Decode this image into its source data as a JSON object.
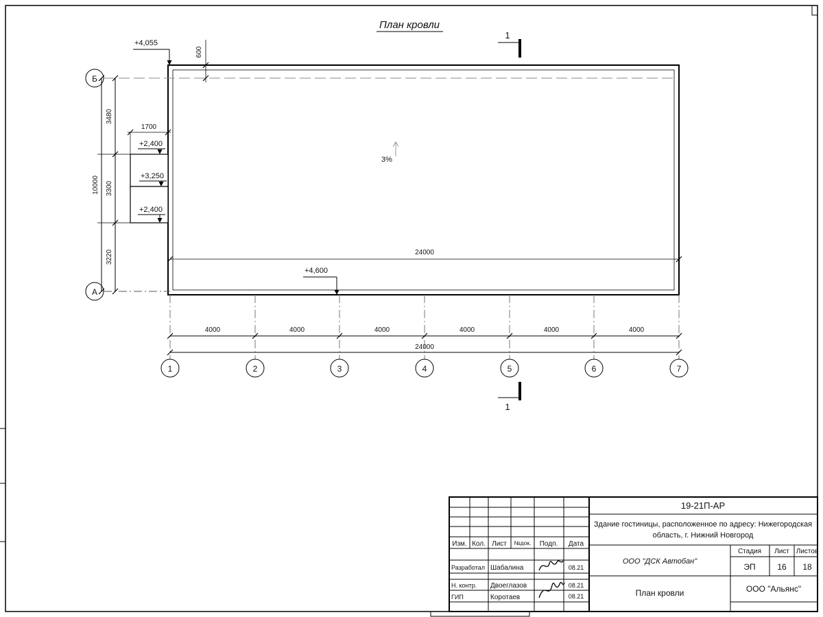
{
  "drawing": {
    "title": "План кровли",
    "slope": "3%",
    "section_label": "1",
    "axes": {
      "row_b": "Б",
      "row_a": "А",
      "columns": [
        "1",
        "2",
        "3",
        "4",
        "5",
        "6",
        "7"
      ]
    },
    "dims": {
      "spans": [
        "4000",
        "4000",
        "4000",
        "4000",
        "4000",
        "4000"
      ],
      "total": "24000",
      "inner_total": "24000",
      "left": [
        "3480",
        "3300",
        "3220"
      ],
      "left_total": "10000",
      "parapet": "600",
      "canopy": "1700"
    },
    "elevations": {
      "roof_low": "+4,055",
      "canopy_a": "+2,400",
      "canopy_b": "+3,250",
      "canopy_c": "+2,400",
      "roof_high": "+4,600"
    }
  },
  "title_block": {
    "doc_number": "19-21П-АР",
    "description_line1": "Здание гостиницы, расположенное по адресу: Нижегородская",
    "description_line2": "область, г. Нижний Новгород",
    "head": {
      "izm": "Изм.",
      "kol": "Кол.",
      "list": "Лист",
      "ndoc": "№док.",
      "podp": "Подп.",
      "data": "Дата"
    },
    "rows": [
      {
        "role": "Разработал",
        "name": "Шабалина",
        "date": "08.21"
      },
      {
        "role": "Н. контр.",
        "name": "Двоеглазов",
        "date": "08.21"
      },
      {
        "role": "ГИП",
        "name": "Коротаев",
        "date": "08.21"
      }
    ],
    "contractor": "ООО \"ДСК Автобан\"",
    "stage_label": "Стадия",
    "sheet_label": "Лист",
    "sheets_label": "Листов",
    "stage": "ЭП",
    "sheet": "16",
    "sheets": "18",
    "sheet_title": "План кровли",
    "organization": "ООО \"Альянс\""
  }
}
